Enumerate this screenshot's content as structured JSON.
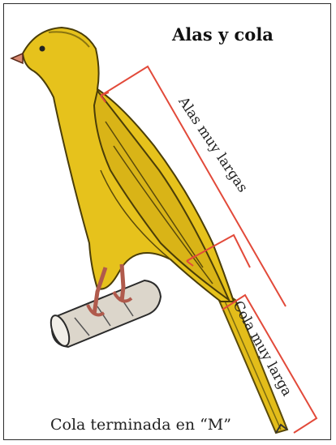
{
  "title": "Alas y cola",
  "labels": {
    "wings": "Alas muy largas",
    "tail": "Cola muy larga",
    "tail_tip": "Cola terminada en “M”"
  },
  "colors": {
    "bird_body": "#e6c21c",
    "bird_shadow": "#9c8a12",
    "legs": "#b05a4c",
    "beak": "#d98a72",
    "perch": "#d9d2c6",
    "annotation_lines": "#e24a3a",
    "frame": "#2b2b2b"
  }
}
